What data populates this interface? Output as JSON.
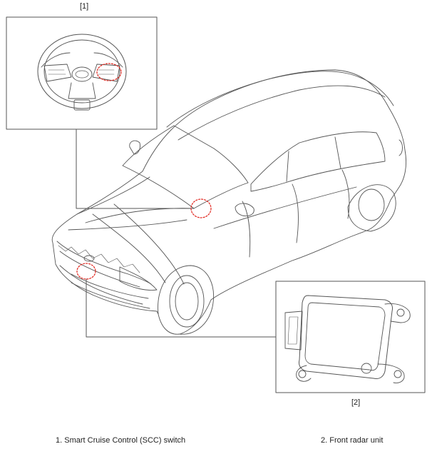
{
  "callouts": {
    "switch_tag": "[1]",
    "radar_tag": "[2]"
  },
  "captions": {
    "item_1": "1. Smart Cruise Control (SCC) switch",
    "item_2": "2. Front radar unit"
  },
  "colors": {
    "line": "#555555",
    "highlight": "#e0231b"
  }
}
